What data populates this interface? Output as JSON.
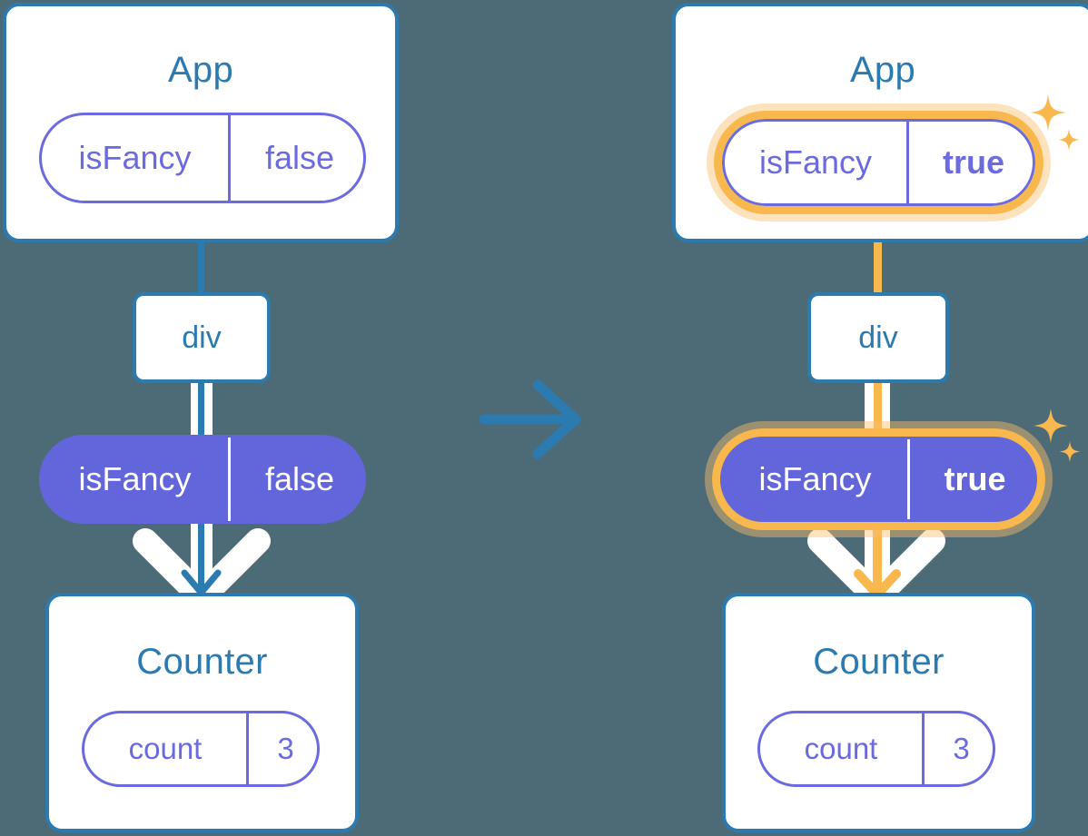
{
  "meta": {
    "title": "React state lifted to parent — before and after update",
    "background_color": "#4d6b76",
    "accent_blue": "#2b7ab0",
    "accent_purple": "#6366db",
    "accent_orange": "#f9b84e",
    "highlight_glow": "#fbdfae"
  },
  "transition_arrow": {
    "icon": "arrow-right-icon",
    "color": "#2b7ab0"
  },
  "diagrams": [
    {
      "id": "before",
      "app": {
        "title": "App",
        "state": {
          "key": "isFancy",
          "value": "false",
          "highlighted": false,
          "bold_value": false
        }
      },
      "div_node": {
        "label": "div"
      },
      "prop": {
        "key": "isFancy",
        "value": "false",
        "highlighted": false,
        "bold_value": false
      },
      "counter": {
        "title": "Counter",
        "state": {
          "key": "count",
          "value": "3",
          "highlighted": false,
          "bold_value": false
        }
      },
      "edge_color": "#2b7ab0",
      "sparkles": false
    },
    {
      "id": "after",
      "app": {
        "title": "App",
        "state": {
          "key": "isFancy",
          "value": "true",
          "highlighted": true,
          "bold_value": true
        }
      },
      "div_node": {
        "label": "div"
      },
      "prop": {
        "key": "isFancy",
        "value": "true",
        "highlighted": true,
        "bold_value": true
      },
      "counter": {
        "title": "Counter",
        "state": {
          "key": "count",
          "value": "3",
          "highlighted": false,
          "bold_value": false
        }
      },
      "edge_color": "#f9b84e",
      "sparkles": true
    }
  ]
}
